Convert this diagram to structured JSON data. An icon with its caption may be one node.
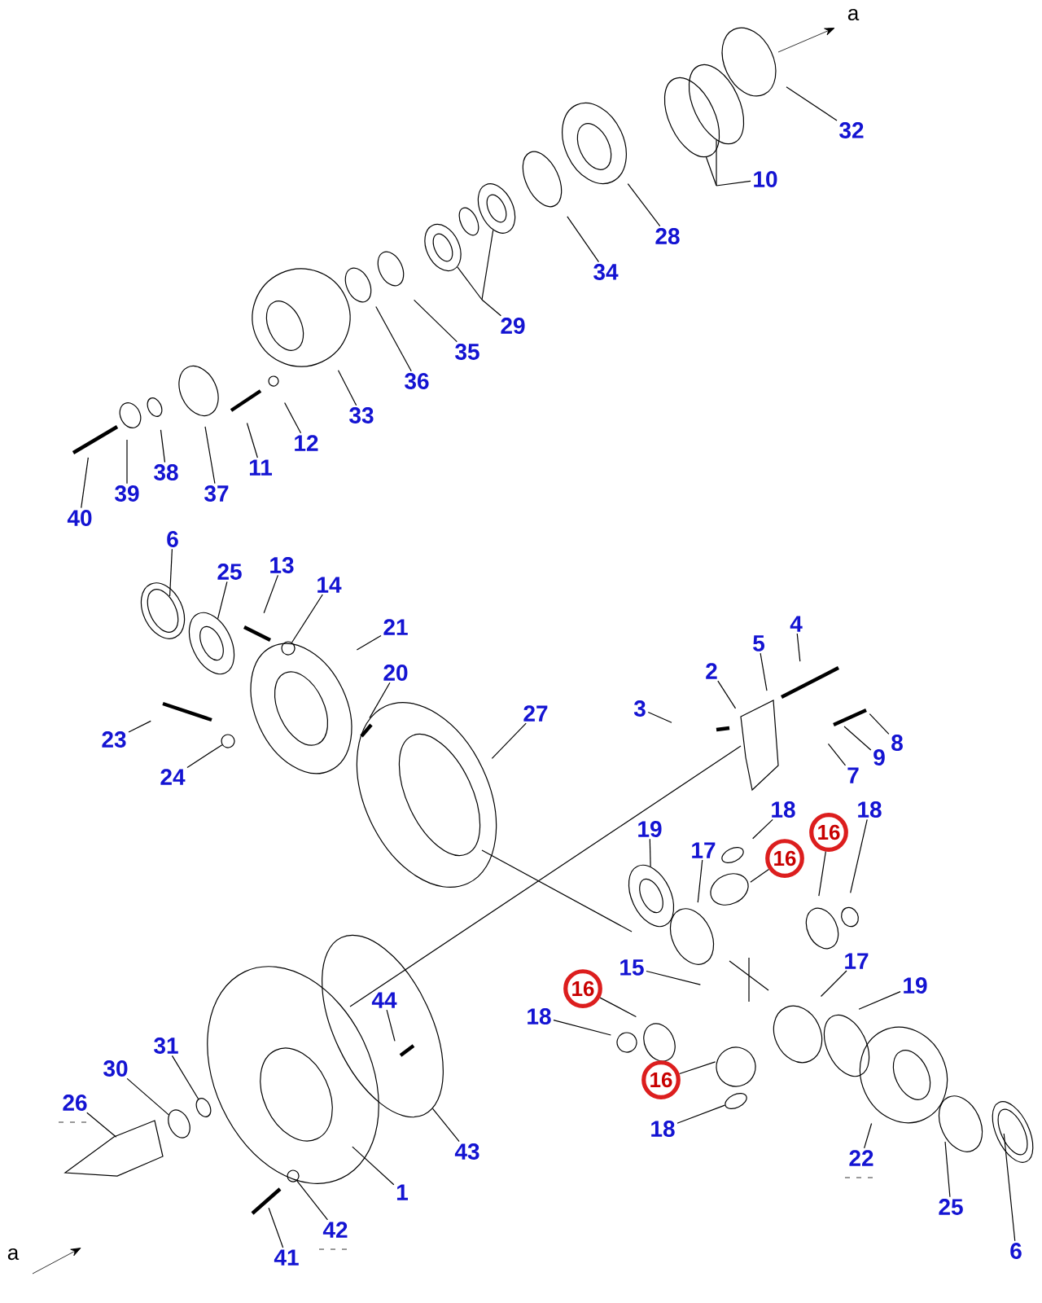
{
  "diagram": {
    "nodes": [
      {
        "text": [
          "32"
        ]
      },
      {
        "text": [
          "10"
        ]
      },
      {
        "text": [
          "28"
        ]
      },
      {
        "text": [
          "34"
        ]
      },
      {
        "text": [
          "29"
        ]
      },
      {
        "text": [
          "35"
        ]
      },
      {
        "text": [
          "36"
        ]
      },
      {
        "text": [
          "33"
        ]
      },
      {
        "text": [
          "12"
        ]
      },
      {
        "text": [
          "11"
        ]
      },
      {
        "text": [
          "37"
        ]
      },
      {
        "text": [
          "38"
        ]
      },
      {
        "text": [
          "39"
        ]
      },
      {
        "text": [
          "40"
        ]
      },
      {
        "text": [
          "6"
        ]
      },
      {
        "text": [
          "25"
        ]
      },
      {
        "text": [
          "13"
        ]
      },
      {
        "text": [
          "14"
        ]
      },
      {
        "text": [
          "21"
        ]
      },
      {
        "text": [
          "20"
        ]
      },
      {
        "text": [
          "27"
        ]
      },
      {
        "text": [
          "23"
        ]
      },
      {
        "text": [
          "24"
        ]
      },
      {
        "text": [
          "3"
        ]
      },
      {
        "text": [
          "2"
        ]
      },
      {
        "text": [
          "5"
        ]
      },
      {
        "text": [
          "4"
        ]
      },
      {
        "text": [
          "8"
        ]
      },
      {
        "text": [
          "9"
        ]
      },
      {
        "text": [
          "7"
        ]
      },
      {
        "text": [
          "18"
        ]
      },
      {
        "text": [
          "16"
        ]
      },
      {
        "text": [
          "18"
        ]
      },
      {
        "text": [
          "16"
        ]
      },
      {
        "text": [
          "19"
        ]
      },
      {
        "text": [
          "17"
        ]
      },
      {
        "text": [
          "15"
        ]
      },
      {
        "text": [
          "16"
        ]
      },
      {
        "text": [
          "18"
        ]
      },
      {
        "text": [
          "17"
        ]
      },
      {
        "text": [
          "19"
        ]
      },
      {
        "text": [
          "16"
        ]
      },
      {
        "text": [
          "18"
        ]
      },
      {
        "text": [
          "44"
        ]
      },
      {
        "text": [
          "31"
        ]
      },
      {
        "text": [
          "30"
        ]
      },
      {
        "text": [
          "26"
        ]
      },
      {
        "text": [
          "43"
        ]
      },
      {
        "text": [
          "1"
        ]
      },
      {
        "text": [
          "42"
        ]
      },
      {
        "text": [
          "41"
        ]
      },
      {
        "text": [
          "22"
        ]
      },
      {
        "text": [
          "25"
        ]
      },
      {
        "text": [
          "6"
        ]
      },
      {
        "text": [],
        "shape": "circle"
      },
      {
        "text": [],
        "shape": "circle"
      },
      {
        "text": [],
        "shape": "circle"
      },
      {
        "text": [],
        "shape": "circle"
      },
      {
        "text": [],
        "shape": "circle"
      },
      {
        "text": [],
        "shape": "circle"
      },
      {
        "text": [],
        "shape": "circle"
      },
      {
        "text": [],
        "shape": "circle"
      },
      {
        "text": [],
        "shape": "circle"
      },
      {
        "text": [],
        "shape": "circle"
      },
      {
        "text": [],
        "shape": "circle"
      },
      {
        "text": [],
        "shape": "circle"
      }
    ],
    "edges": [
      {
        "from": 0,
        "to": null,
        "arrow": "none"
      },
      {
        "from": 1,
        "to": 62,
        "arrow": "none"
      },
      {
        "from": 2,
        "to": null,
        "arrow": "none"
      },
      {
        "from": 3,
        "to": null,
        "arrow": "none"
      },
      {
        "from": 4,
        "to": 64,
        "arrow": "none"
      },
      {
        "from": 5,
        "to": null,
        "arrow": "none"
      },
      {
        "from": 6,
        "to": null,
        "arrow": "none"
      },
      {
        "from": 7,
        "to": null,
        "arrow": "none"
      },
      {
        "from": 8,
        "to": null,
        "arrow": "none"
      },
      {
        "from": 9,
        "to": null,
        "arrow": "none"
      },
      {
        "from": 10,
        "to": null,
        "arrow": "none"
      },
      {
        "from": 11,
        "to": null,
        "arrow": "none"
      },
      {
        "from": 12,
        "to": null,
        "arrow": "none"
      },
      {
        "from": 13,
        "to": null,
        "arrow": "none"
      },
      {
        "from": 14,
        "to": null,
        "arrow": "none"
      },
      {
        "from": 15,
        "to": 54,
        "arrow": "none"
      },
      {
        "from": 16,
        "to": null,
        "arrow": "none"
      },
      {
        "from": 17,
        "to": 55,
        "arrow": "none"
      },
      {
        "from": 18,
        "to": null,
        "arrow": "none"
      },
      {
        "from": 19,
        "to": null,
        "arrow": "none"
      },
      {
        "from": 20,
        "to": null,
        "arrow": "none"
      },
      {
        "from": 21,
        "to": null,
        "arrow": "none"
      },
      {
        "from": 22,
        "to": 56,
        "arrow": "none"
      },
      {
        "from": 23,
        "to": null,
        "arrow": "none"
      },
      {
        "from": 24,
        "to": null,
        "arrow": "none"
      },
      {
        "from": 25,
        "to": null,
        "arrow": "none"
      },
      {
        "from": 26,
        "to": null,
        "arrow": "none"
      },
      {
        "from": 27,
        "to": null,
        "arrow": "none"
      },
      {
        "from": 28,
        "to": null,
        "arrow": "none"
      },
      {
        "from": 29,
        "to": null,
        "arrow": "none"
      },
      {
        "from": 30,
        "to": null,
        "arrow": "none"
      },
      {
        "from": 31,
        "to": null,
        "arrow": "none"
      },
      {
        "from": 32,
        "to": null,
        "arrow": "none"
      },
      {
        "from": 33,
        "to": null,
        "arrow": "none"
      },
      {
        "from": 34,
        "to": 61,
        "arrow": "none"
      },
      {
        "from": 35,
        "to": null,
        "arrow": "none"
      },
      {
        "from": 36,
        "to": null,
        "arrow": "none"
      },
      {
        "from": 37,
        "to": null,
        "arrow": "none"
      },
      {
        "from": 38,
        "to": null,
        "arrow": "none"
      },
      {
        "from": 39,
        "to": null,
        "arrow": "none"
      },
      {
        "from": 40,
        "to": null,
        "arrow": "none"
      },
      {
        "from": 41,
        "to": null,
        "arrow": "none"
      },
      {
        "from": 42,
        "to": 57,
        "arrow": "none"
      },
      {
        "from": 43,
        "to": null,
        "arrow": "none"
      },
      {
        "from": 44,
        "to": 58,
        "arrow": "none"
      },
      {
        "from": 45,
        "to": 59,
        "arrow": "none"
      },
      {
        "from": 46,
        "to": null,
        "arrow": "none"
      },
      {
        "from": 47,
        "to": null,
        "arrow": "none"
      },
      {
        "from": 48,
        "to": null,
        "arrow": "none"
      },
      {
        "from": 49,
        "to": 60,
        "arrow": "none"
      },
      {
        "from": 50,
        "to": null,
        "arrow": "none"
      },
      {
        "from": 51,
        "to": null,
        "arrow": "none"
      },
      {
        "from": 52,
        "to": null,
        "arrow": "none"
      },
      {
        "from": 53,
        "to": null,
        "arrow": "none"
      },
      {
        "from": 1,
        "to": 63,
        "arrow": "none"
      },
      {
        "from": 4,
        "to": 65,
        "arrow": "none"
      }
    ],
    "labels": [
      "a",
      "a"
    ]
  }
}
